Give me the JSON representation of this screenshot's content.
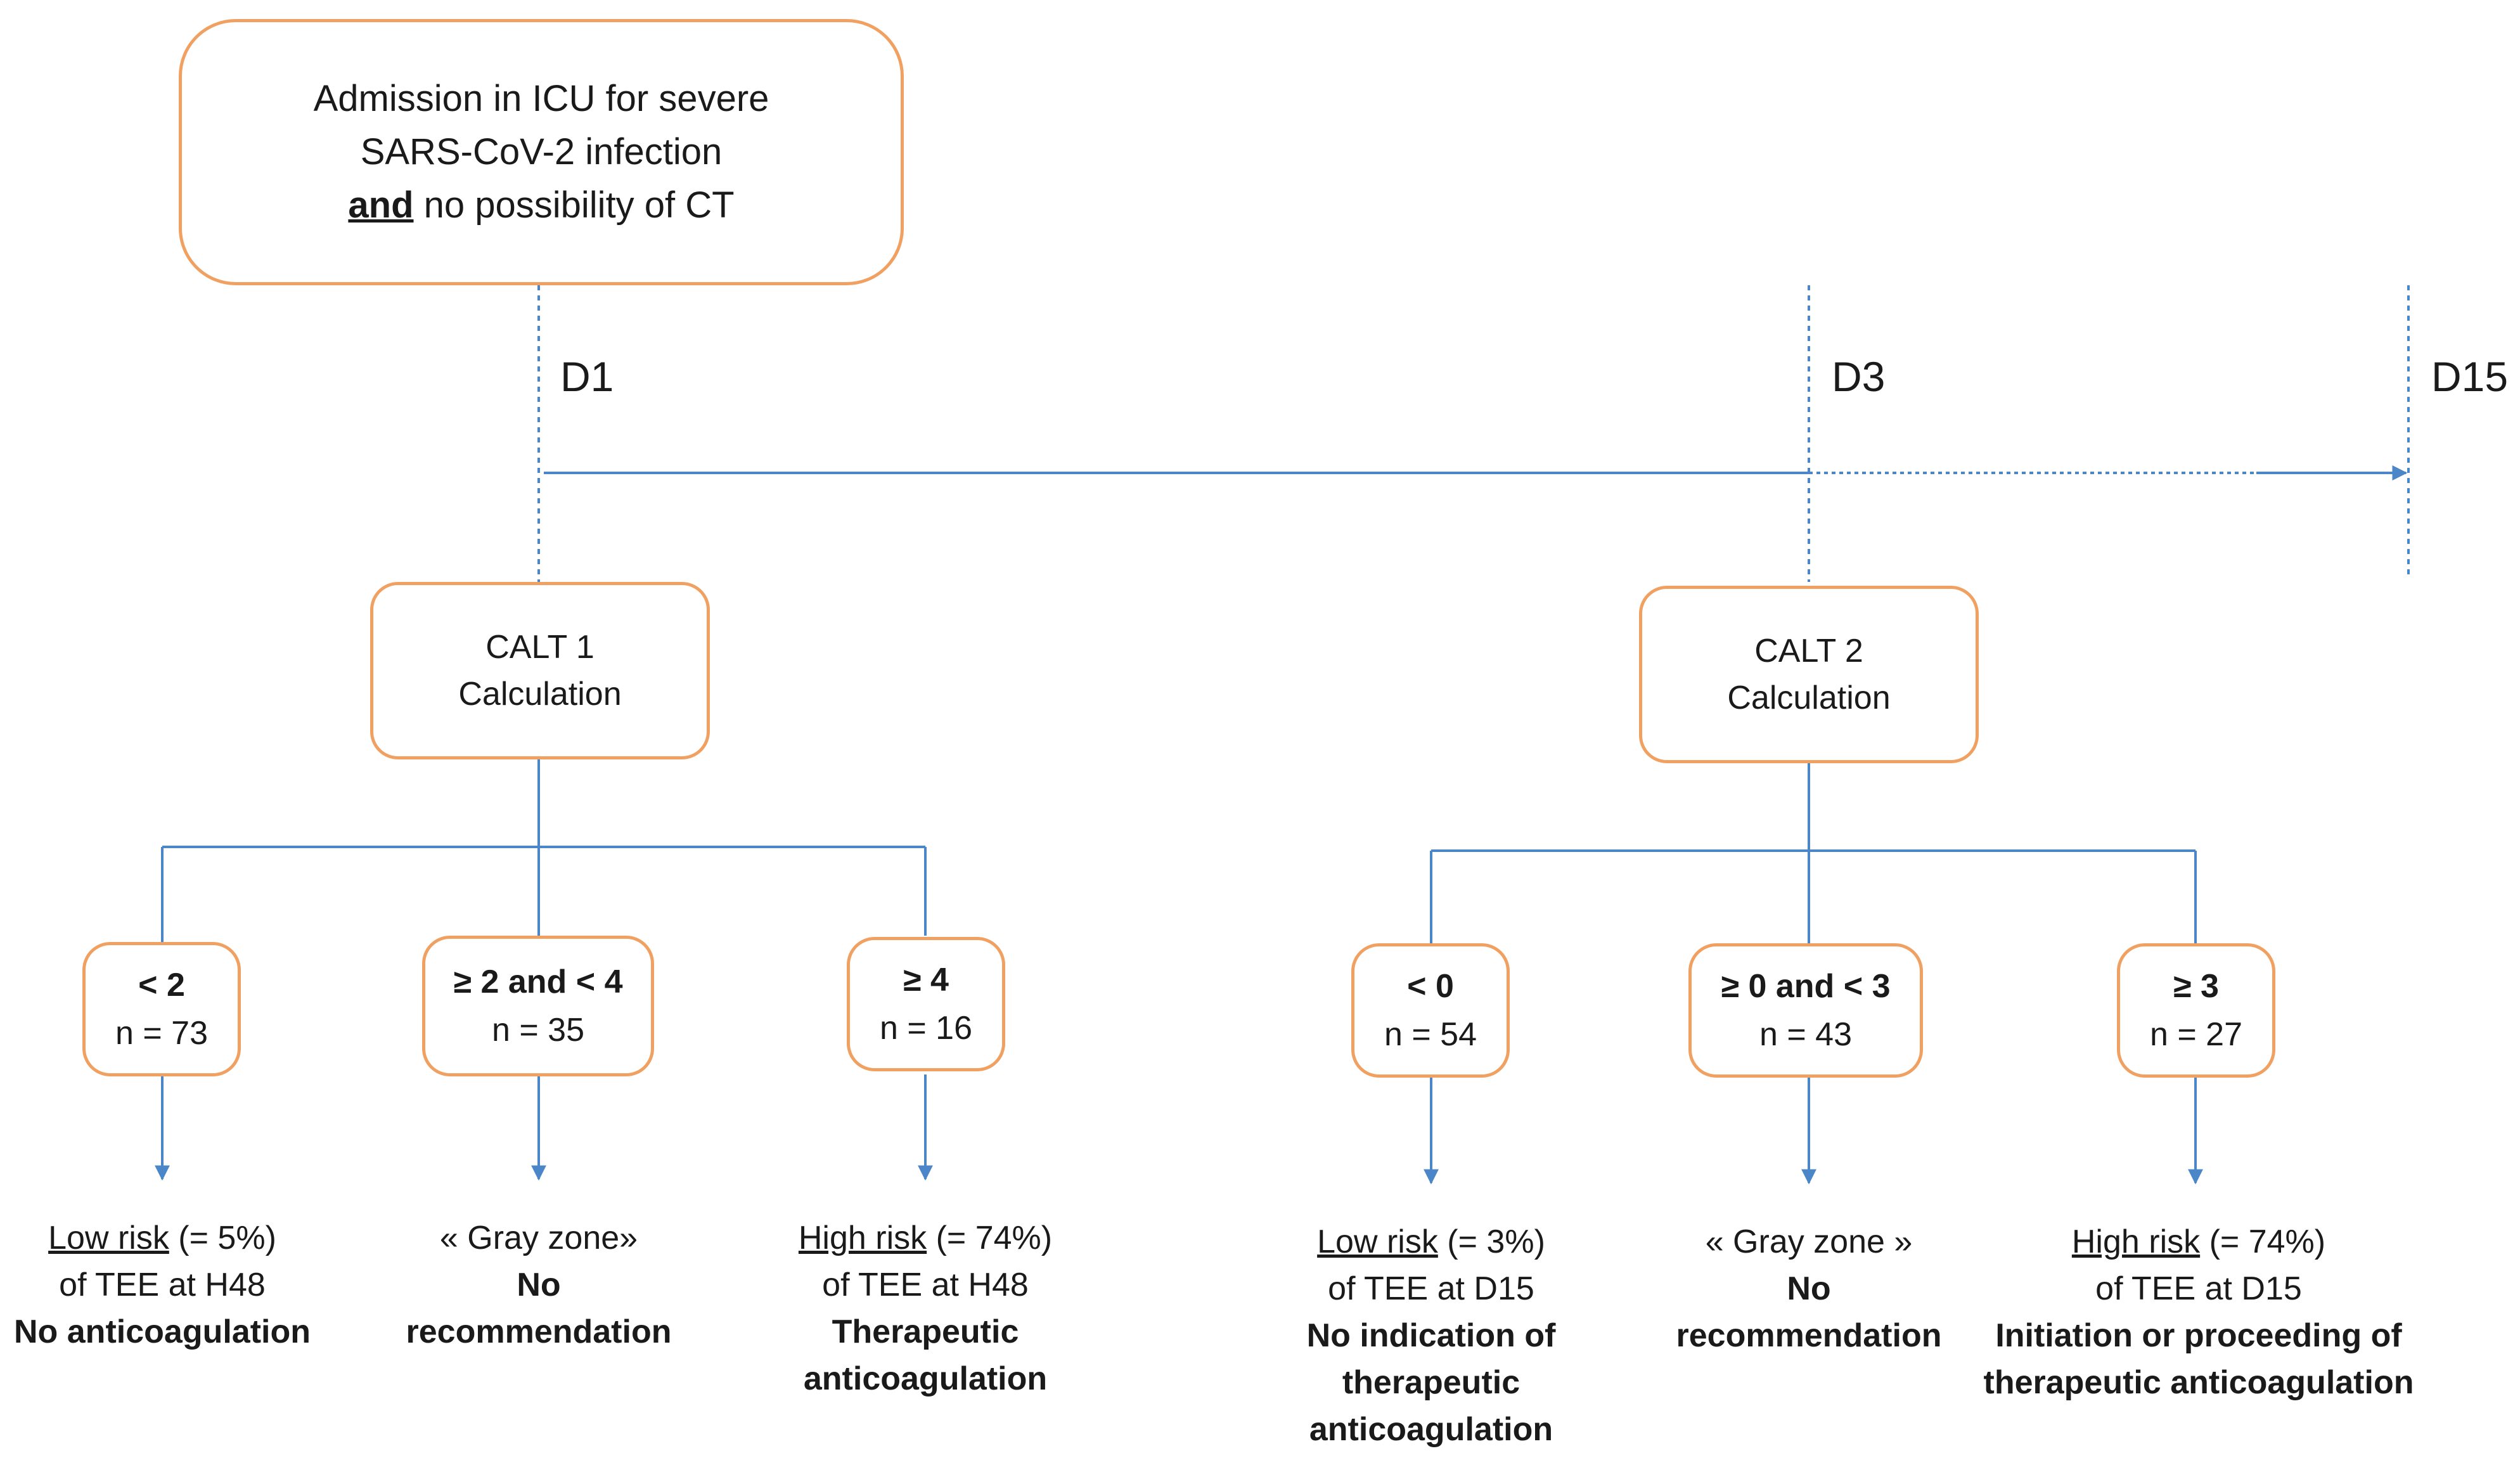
{
  "admission": {
    "line1": "Admission in ICU for severe",
    "line2": "SARS-CoV-2 infection",
    "line3_bold": "and",
    "line3_rest": " no possibility of CT"
  },
  "timeline": {
    "d1": "D1",
    "d3": "D3",
    "d15": "D15"
  },
  "colors": {
    "box_border": "#f0a060",
    "line": "#4a86c8"
  },
  "calt1": {
    "line1": "CALT 1",
    "line2": "Calculation",
    "groups": [
      {
        "threshold": "< 2",
        "n": "n = 73",
        "risk_label": "Low risk",
        "risk_value": " (= 5%)",
        "detail": "of TEE at H48",
        "decision": "No anticoagulation"
      },
      {
        "threshold": "≥ 2 and < 4",
        "n": "n = 35",
        "risk_label": "« Gray zone»",
        "risk_value": "",
        "detail": "",
        "decision": "No recommendation"
      },
      {
        "threshold": "≥ 4",
        "n": "n = 16",
        "risk_label": "High risk",
        "risk_value": " (= 74%)",
        "detail": "of TEE at H48",
        "decision": "Therapeutic anticoagulation"
      }
    ]
  },
  "calt2": {
    "line1": "CALT 2",
    "line2": "Calculation",
    "groups": [
      {
        "threshold": "< 0",
        "n": "n = 54",
        "risk_label": "Low risk",
        "risk_value": " (= 3%)",
        "detail": "of TEE at D15",
        "decision": "No indication of therapeutic anticoagulation"
      },
      {
        "threshold": "≥ 0 and < 3",
        "n": "n = 43",
        "risk_label": "« Gray zone »",
        "risk_value": "",
        "detail": "",
        "decision": "No recommendation"
      },
      {
        "threshold": "≥ 3",
        "n": "n = 27",
        "risk_label": "High risk",
        "risk_value": " (= 74%)",
        "detail": "of TEE at D15",
        "decision": "Initiation or proceeding of therapeutic anticoagulation"
      }
    ]
  }
}
